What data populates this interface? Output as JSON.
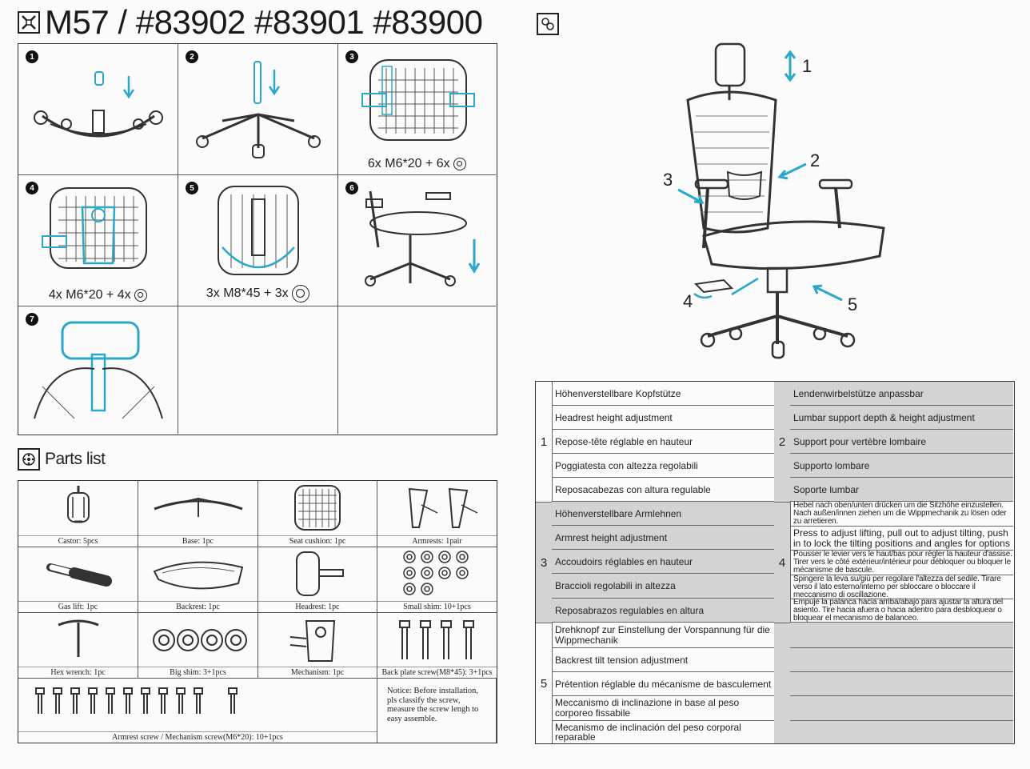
{
  "header": {
    "title": "M57 / #83902 #83901 #83900"
  },
  "assembly": {
    "steps": [
      {
        "num": "1",
        "caption": ""
      },
      {
        "num": "2",
        "caption": ""
      },
      {
        "num": "3",
        "caption": "6x M6*20 + 6x"
      },
      {
        "num": "4",
        "caption": "4x M6*20 + 4x"
      },
      {
        "num": "5",
        "caption": "3x M8*45 + 3x"
      },
      {
        "num": "6",
        "caption": ""
      },
      {
        "num": "7",
        "caption": ""
      }
    ]
  },
  "parts_list": {
    "title": "Parts list",
    "items": [
      {
        "label": "Castor: 5pcs"
      },
      {
        "label": "Base: 1pc"
      },
      {
        "label": "Seat  cushion: 1pc"
      },
      {
        "label": "Armrests: 1pair"
      },
      {
        "label": "Gas lift: 1pc"
      },
      {
        "label": "Backrest: 1pc"
      },
      {
        "label": "Headrest: 1pc"
      },
      {
        "label": "Small shim: 10+1pcs"
      },
      {
        "label": "Hex wrench: 1pc"
      },
      {
        "label": "Big shim: 3+1pcs"
      },
      {
        "label": "Mechanism: 1pc"
      },
      {
        "label": "Back plate screw(M8*45): 3+1pcs"
      },
      {
        "label": "Armrest screw / Mechanism screw(M6*20): 10+1pcs"
      }
    ],
    "notice": "Notice: Before installation, pls classify the screw, measure the screw lengh to easy assemble."
  },
  "features": {
    "callouts": [
      "1",
      "2",
      "3",
      "4",
      "5"
    ],
    "groups": [
      {
        "num": "1",
        "lines": [
          "Höhenverstellbare Kopfstütze",
          "Headrest height adjustment",
          "Repose-tête réglable en hauteur",
          "Poggiatesta con altezza regolabili",
          "Reposacabezas con altura regulable"
        ]
      },
      {
        "num": "2",
        "lines": [
          "Lendenwirbelstütze anpassbar",
          "Lumbar support depth & height adjustment",
          "Support pour vertèbre lombaire",
          "Supporto lombare",
          "Soporte lumbar"
        ]
      },
      {
        "num": "3",
        "lines": [
          "Höhenverstellbare Armlehnen",
          "Armrest height adjustment",
          "Accoudoirs réglables en hauteur",
          "Braccioli regolabili in altezza",
          "Reposabrazos regulables en altura"
        ]
      },
      {
        "num": "4",
        "lines": [
          "Hebel nach oben/unten drücken um die Sitzhöhe einzustellen. Nach außen/innen ziehen um die Wippmechanik zu lösen oder zu arretieren.",
          "Press to adjust lifting, pull out to adjust tilting, push in to lock the tilting positions and angles for options",
          "Pousser le levier vers le haut/bas pour régler la hauteur d'assise. Tirer vers le côté extérieur/intérieur pour débloquer ou bloquer le mécanisme de bascule.",
          "Spingere la leva su/giù per regolare l'altezza del sedile. Tirare verso il lato esterno/interno per sbloccare o bloccare il meccanismo di oscillazione.",
          "Empuje la palanca hacia arriba/abajo para ajustar la altura del asiento. Tire hacia afuera o hacia adentro para desbloquear o bloquear el mecanismo de balanceo."
        ]
      },
      {
        "num": "5",
        "lines": [
          "Drehknopf zur Einstellung der Vorspannung für die Wippmechanik",
          "Backrest tilt tension adjustment",
          "Prétention réglable du mécanisme de basculement",
          "Meccanismo di inclinazione in base al peso corporeo fissabile",
          "Mecanismo de inclinación del peso corporal reparable"
        ]
      }
    ]
  }
}
